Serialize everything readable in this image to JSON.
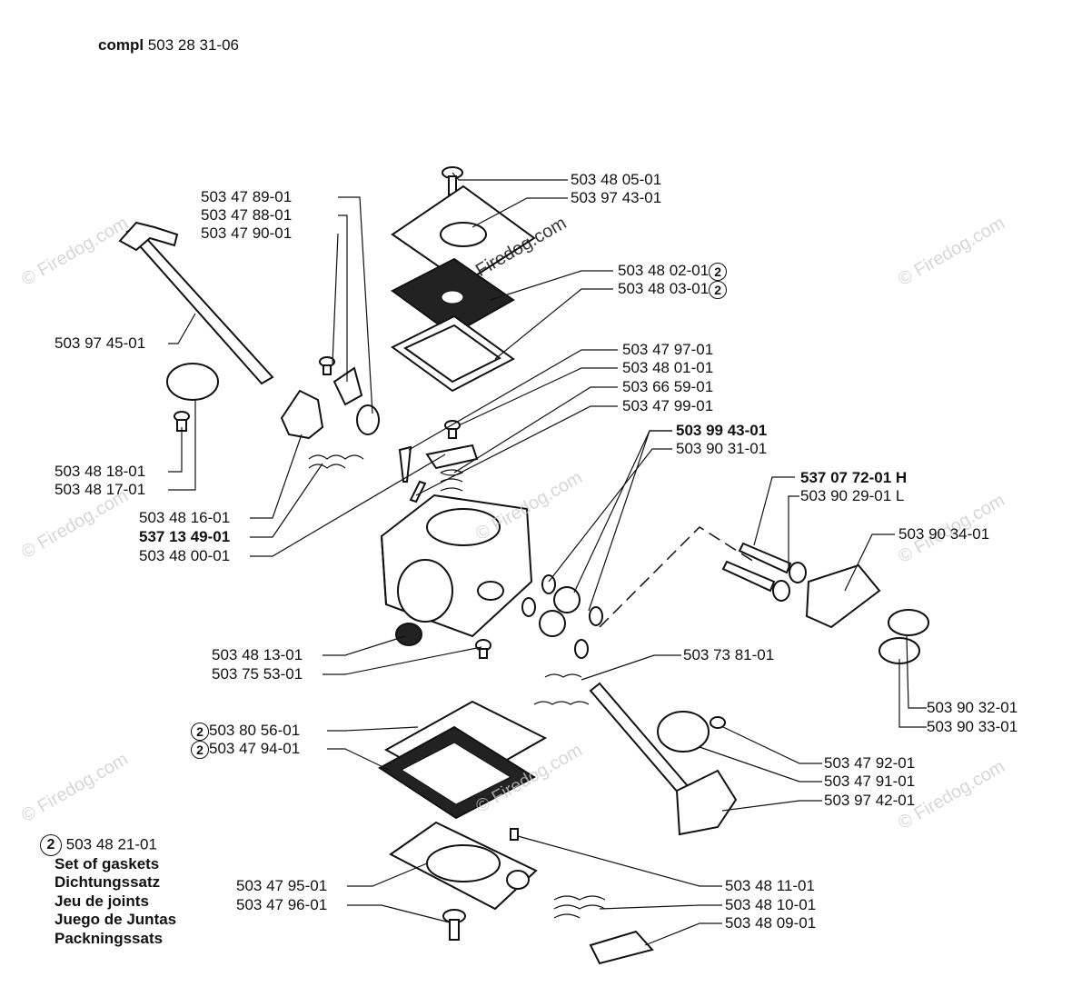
{
  "header": {
    "compl_word": "compl",
    "compl_number": "503 28 31-06"
  },
  "callouts": [
    {
      "text": "503 48 05-01"
    },
    {
      "text": "503 97 43-01"
    },
    {
      "text": "503 48 02-01",
      "circle": "2"
    },
    {
      "text": "503 48 03-01",
      "circle": "2"
    },
    {
      "text": "503 47 97-01"
    },
    {
      "text": "503 48 01-01"
    },
    {
      "text": "503 66 59-01"
    },
    {
      "text": "503 47 99-01"
    },
    {
      "text": "503 99 43-01",
      "bold": true
    },
    {
      "text": "503 90 31-01"
    },
    {
      "text": "537 07 72-01 H",
      "bold": true
    },
    {
      "text": "503 90 29-01 L"
    },
    {
      "text": "503 90 34-01"
    },
    {
      "text": "503 47 89-01"
    },
    {
      "text": "503 47 88-01"
    },
    {
      "text": "503 47 90-01"
    },
    {
      "text": "503 97 45-01"
    },
    {
      "text": "503 48 18-01"
    },
    {
      "text": "503 48 17-01"
    },
    {
      "text": "503 48 16-01"
    },
    {
      "text": "537 13 49-01",
      "bold": true
    },
    {
      "text": "503 48 00-01"
    },
    {
      "text": "503 48 13-01"
    },
    {
      "text": "503 75 53-01"
    },
    {
      "text": "503 80 56-01",
      "circle_left": "2"
    },
    {
      "text": "503 47 94-01",
      "circle_left": "2"
    },
    {
      "text": "503 73 81-01"
    },
    {
      "text": "503 90 32-01"
    },
    {
      "text": "503 90 33-01"
    },
    {
      "text": "503 47 92-01"
    },
    {
      "text": "503 47 91-01"
    },
    {
      "text": "503 97 42-01"
    },
    {
      "text": "503 48 11-01"
    },
    {
      "text": "503 48 10-01"
    },
    {
      "text": "503 48 09-01"
    },
    {
      "text": "503 47 95-01"
    },
    {
      "text": "503 47 96-01"
    }
  ],
  "legend": {
    "circle": "2",
    "number": "503 48 21-01",
    "lines": [
      "Set of gaskets",
      "Dichtungssatz",
      "Jeu de joints",
      "Juego de Juntas",
      "Packningssats"
    ]
  },
  "watermark": "© Firedog.com",
  "watermark_center": "Firedog.com"
}
